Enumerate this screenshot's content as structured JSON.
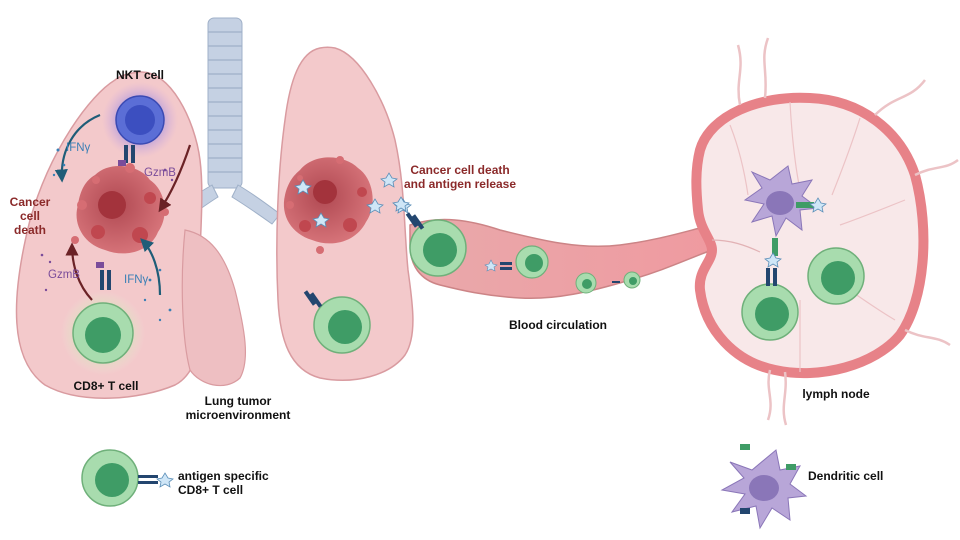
{
  "labels": {
    "nkt_cell": "NKT cell",
    "ifng_top": "IFNγ",
    "gzmb_top": "GzmB",
    "cancer_cell_death_left": [
      "Cancer",
      "cell",
      "death"
    ],
    "gzmb_bottom": "GzmB",
    "ifng_bottom": "IFNγ",
    "cd8_t_cell": "CD8+ T cell",
    "lung_tumor": [
      "Lung tumor",
      "microenvironment"
    ],
    "cancer_death_release": [
      "Cancer cell death",
      "and antigen release"
    ],
    "blood_circulation": "Blood circulation",
    "lymph_node": "lymph node",
    "legend_antigen_specific": [
      "antigen specific",
      "CD8+ T cell"
    ],
    "dendritic_cell": "Dendritic cell"
  },
  "colors": {
    "lung_fill": "#f3c9cb",
    "lung_stroke": "#d99ba0",
    "trachea": "#b9c6d9",
    "tumor": "#c0474f",
    "t_cell_outer": "#a8dcae",
    "t_cell_inner": "#3f9c66",
    "nkt_cell": "#4a5fc8",
    "vessel": "#e6a6a8",
    "lymph_node": "#f6e5e6",
    "dendritic": "#b8a6d8",
    "text_red": "#8b2a2a",
    "text_blue": "#3a7fb5",
    "text_purple": "#7a4c9a"
  }
}
